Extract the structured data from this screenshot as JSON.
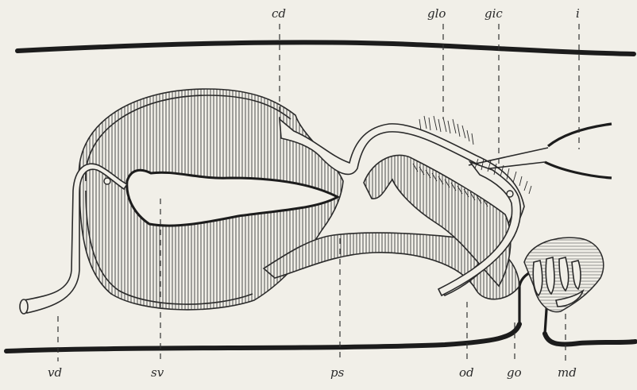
{
  "figure": {
    "labels": {
      "cd": "cd",
      "glo": "glo",
      "gic": "gic",
      "i": "i",
      "vd": "vd",
      "sv": "sv",
      "ps": "ps",
      "od": "od",
      "go": "go",
      "md": "md"
    }
  }
}
